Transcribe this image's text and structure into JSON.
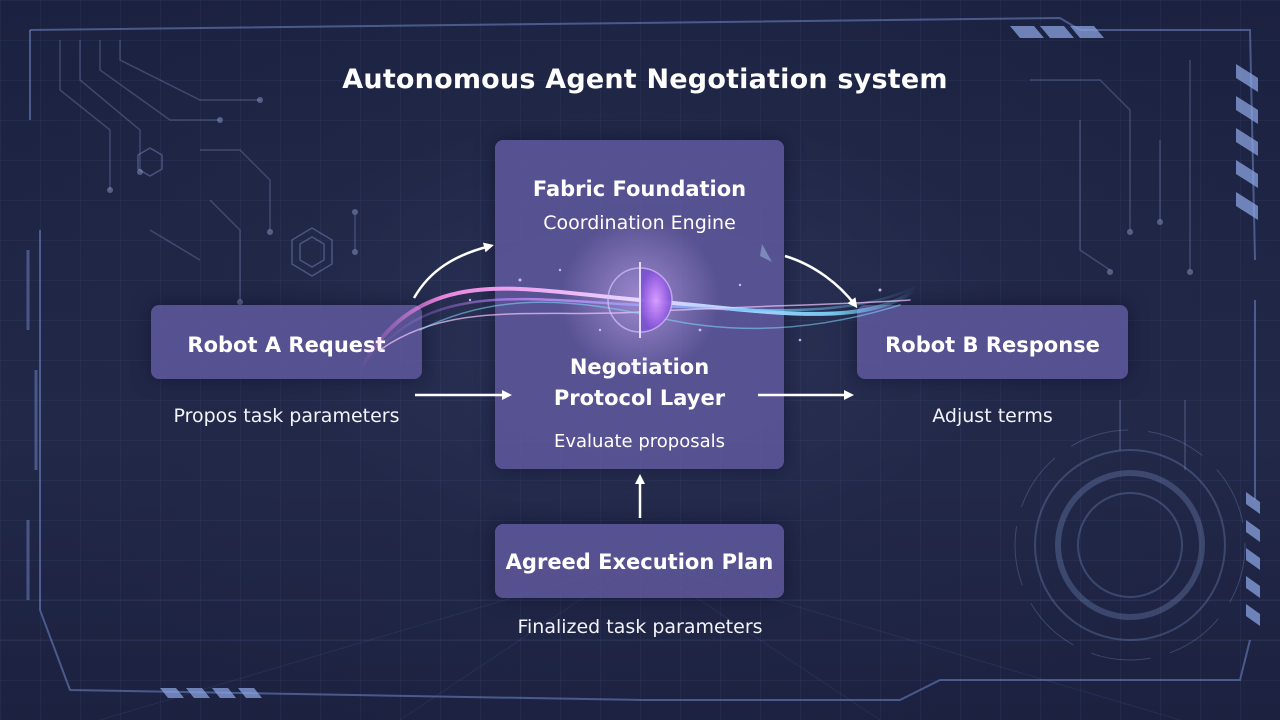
{
  "title": "Autonomous Agent Negotiation system",
  "nodes": {
    "robot_a": {
      "label": "Robot A Request",
      "caption": "Propos task parameters"
    },
    "robot_b": {
      "label": "Robot B Response",
      "caption": "Adjust terms"
    },
    "center": {
      "title": "Fabric Foundation",
      "subtitle": "Coordination Engine",
      "layer_line1": "Negotiation",
      "layer_line2": "Protocol Layer",
      "caption": "Evaluate proposals"
    },
    "plan": {
      "label": "Agreed Execution Plan",
      "caption": "Finalized task parameters"
    }
  },
  "colors": {
    "background": "#1d2340",
    "box_fill": "#625aa0",
    "accent_purple": "#b083ff",
    "accent_cyan": "#7fd8ff",
    "frame_line": "#6f88c8"
  }
}
